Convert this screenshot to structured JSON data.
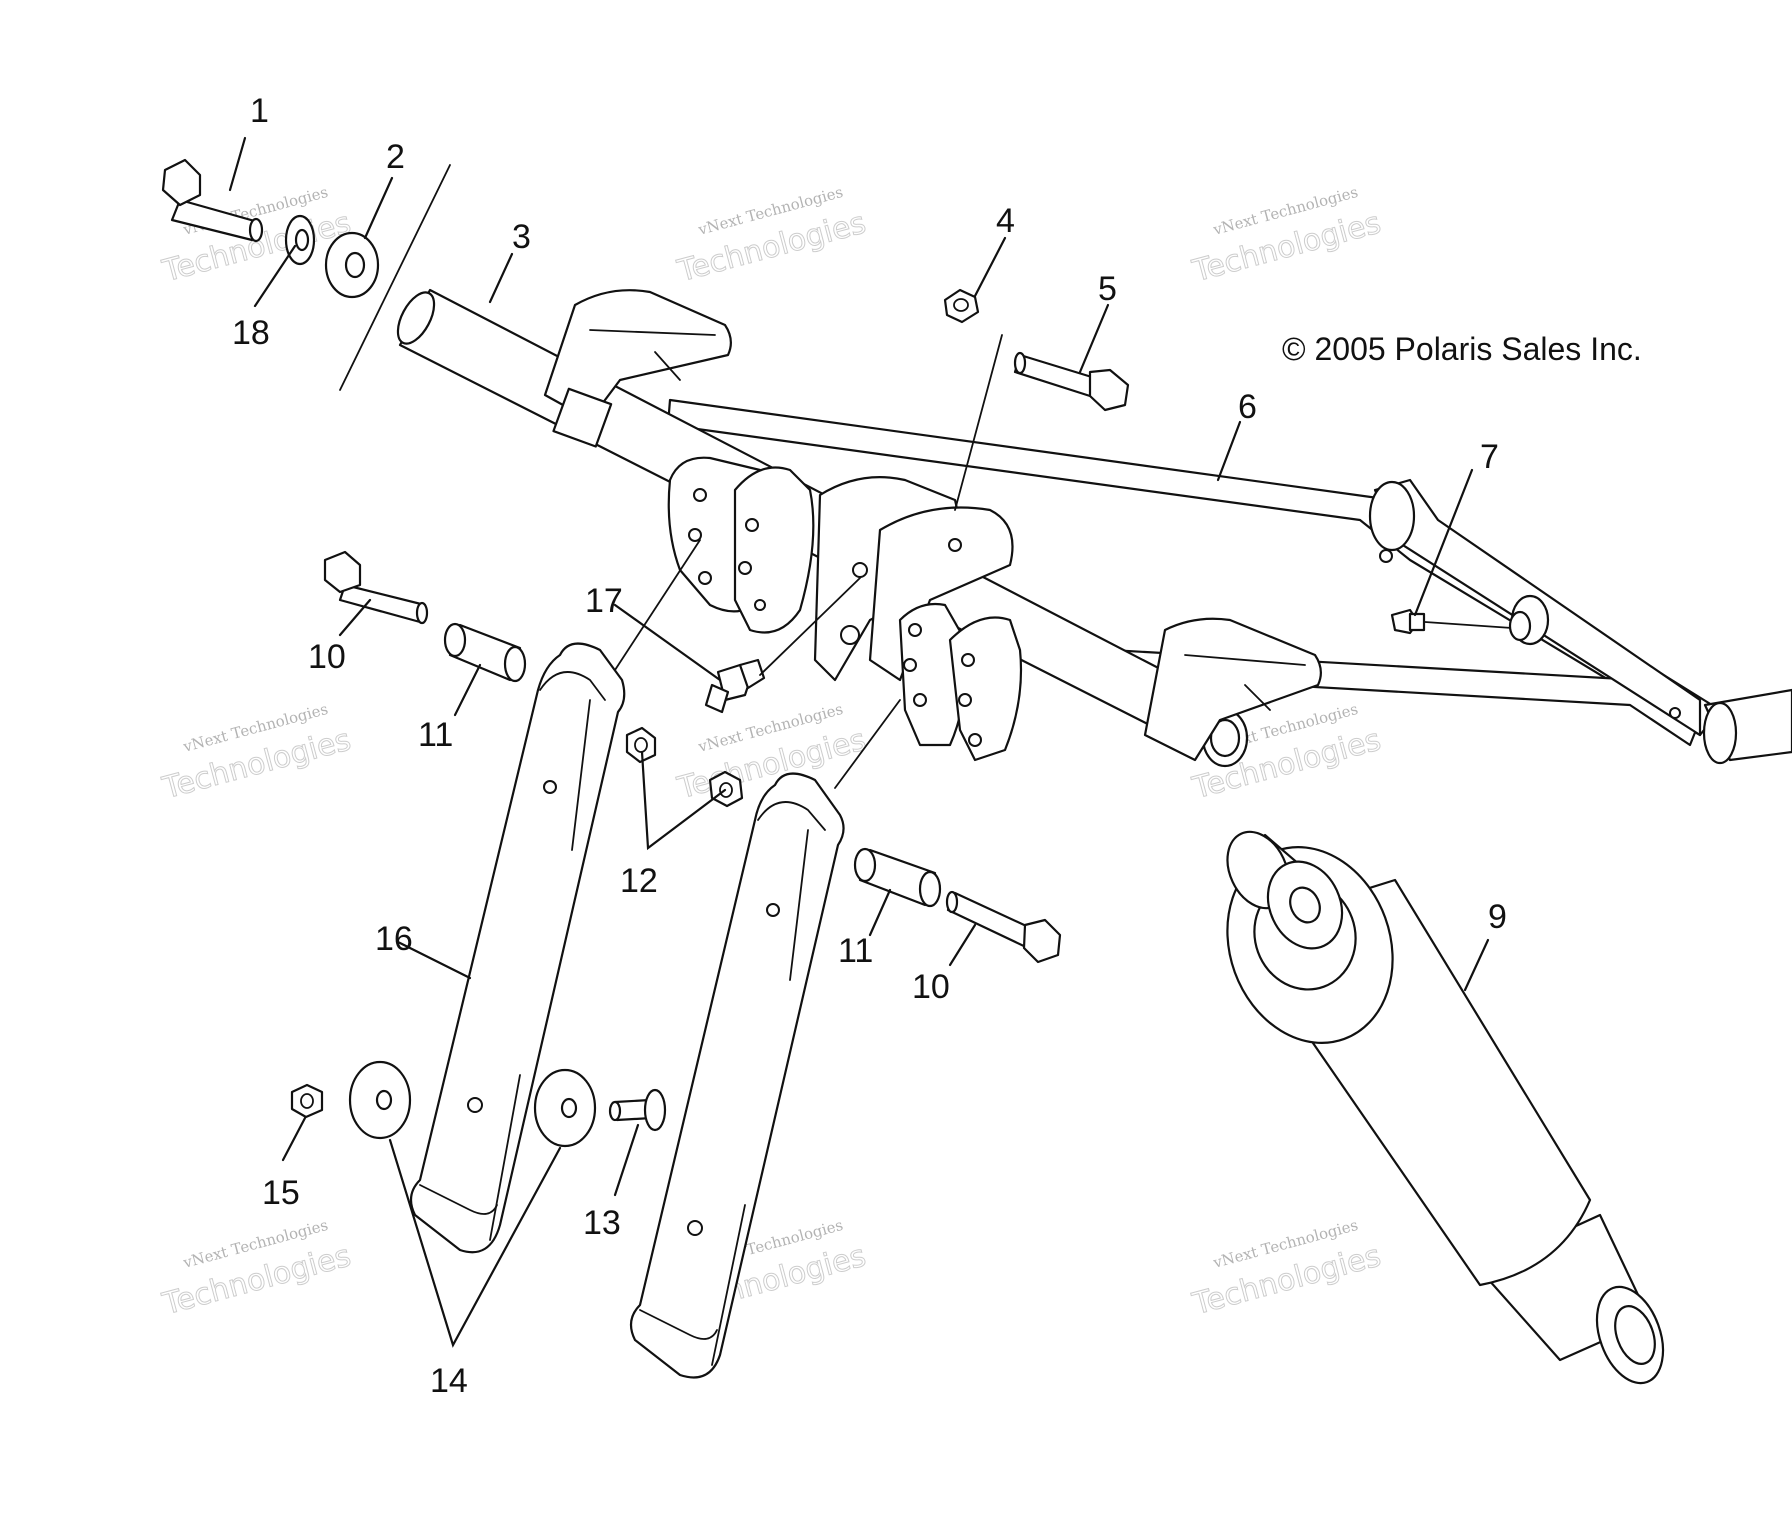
{
  "diagram": {
    "copyright": "© 2005 Polaris Sales Inc.",
    "callouts": [
      "1",
      "2",
      "3",
      "4",
      "5",
      "6",
      "7",
      "9",
      "10",
      "10",
      "11",
      "11",
      "12",
      "13",
      "14",
      "15",
      "16",
      "17",
      "18"
    ],
    "watermark": {
      "line1": "vNext Technologies",
      "line2": "Technologies"
    }
  }
}
